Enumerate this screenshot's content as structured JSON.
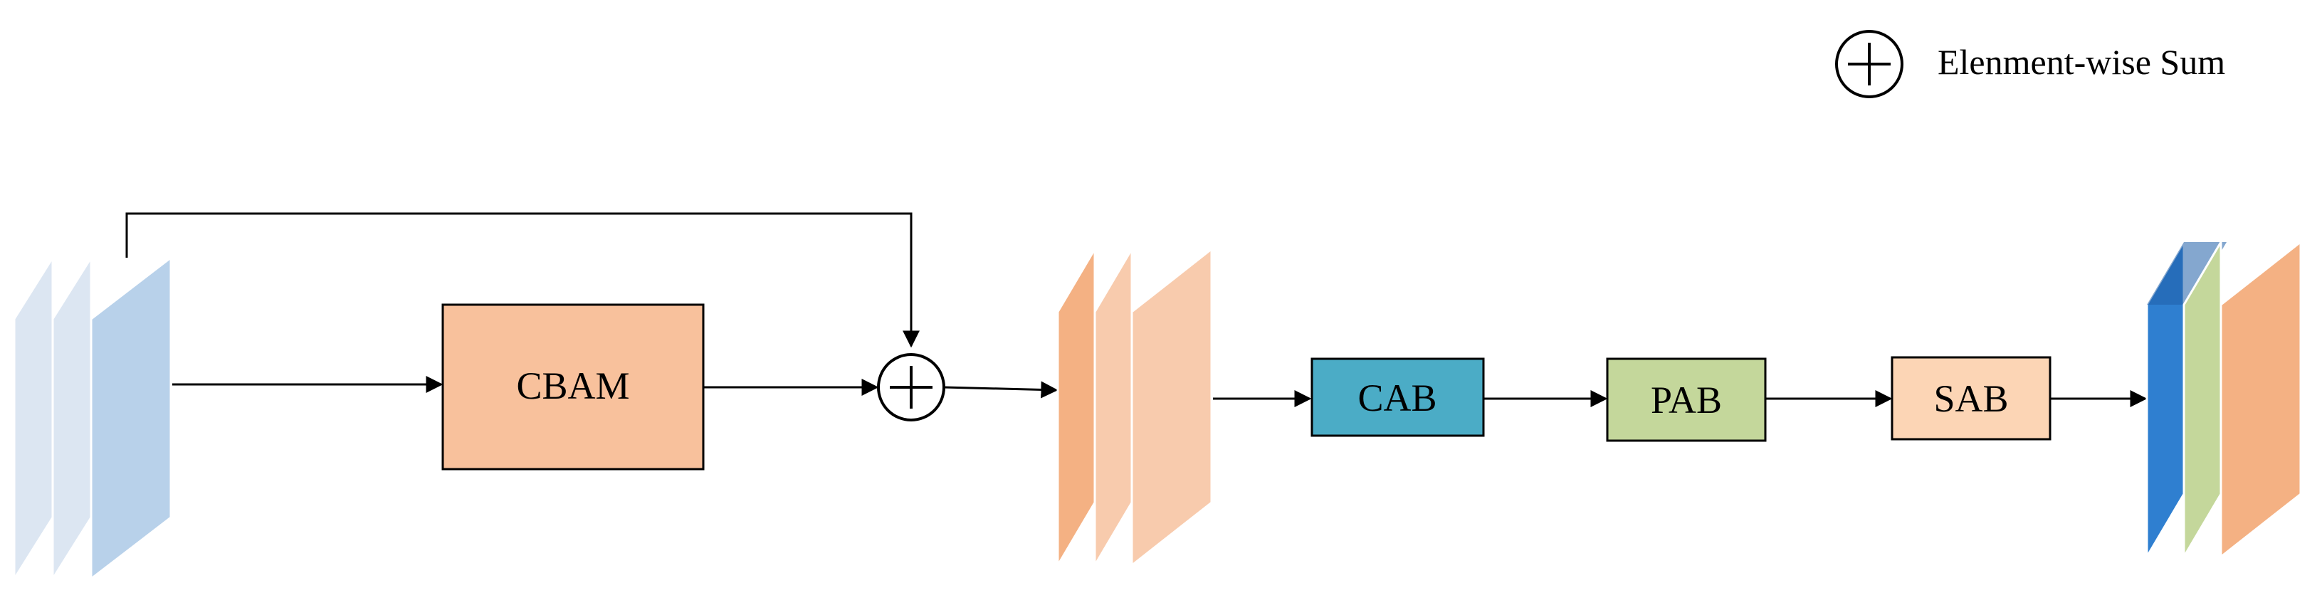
{
  "legend": {
    "symbol": "element-wise-sum",
    "label": "Elenment-wise Sum"
  },
  "modules": {
    "cbam": {
      "label": "CBAM",
      "fill": "#F8C19C"
    },
    "cab": {
      "label": "CAB",
      "fill": "#4BACC6"
    },
    "pab": {
      "label": "PAB",
      "fill": "#C4D79B"
    },
    "sab": {
      "label": "SAB",
      "fill": "#FCD5B5"
    }
  },
  "feature_maps": {
    "input": {
      "colors": [
        "#DCE6F2",
        "#DCE6F2",
        "#B8D1EA"
      ]
    },
    "intermediate": {
      "colors": [
        "#F4B183",
        "#F8CBAD",
        "#F8CBAD"
      ]
    },
    "output": {
      "colors": [
        "#2F7FD0",
        "#C4D79B",
        "#F4B183"
      ]
    }
  },
  "colors": {
    "line": "#000000",
    "box_border": "#000000"
  }
}
